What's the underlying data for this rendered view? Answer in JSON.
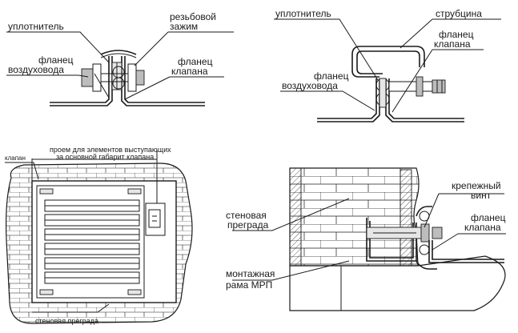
{
  "fig1": {
    "seal": "уплотнитель",
    "clamp_line1": "резьбовой",
    "clamp_line2": "зажим",
    "duct_flange_line1": "фланец",
    "duct_flange_line2": "воздуховода",
    "valve_flange_line1": "фланец",
    "valve_flange_line2": "клапана"
  },
  "fig2": {
    "seal": "уплотнитель",
    "clip": "струбцина",
    "valve_flange_line1": "фланец",
    "valve_flange_line2": "клапана",
    "duct_flange_line1": "фланец",
    "duct_flange_line2": "воздуховода"
  },
  "fig3": {
    "opening_line1": "проем для элементов выступающих",
    "opening_line2": "за основной габарит клапана",
    "valve": "клапан",
    "wall": "стеновая преграда"
  },
  "fig4": {
    "screw_line1": "крепежный",
    "screw_line2": "винт",
    "wall_line1": "стеновая",
    "wall_line2": "преграда",
    "valve_flange_line1": "фланец",
    "valve_flange_line2": "клапана",
    "frame_line1": "монтажная",
    "frame_line2": "рама МРП"
  }
}
